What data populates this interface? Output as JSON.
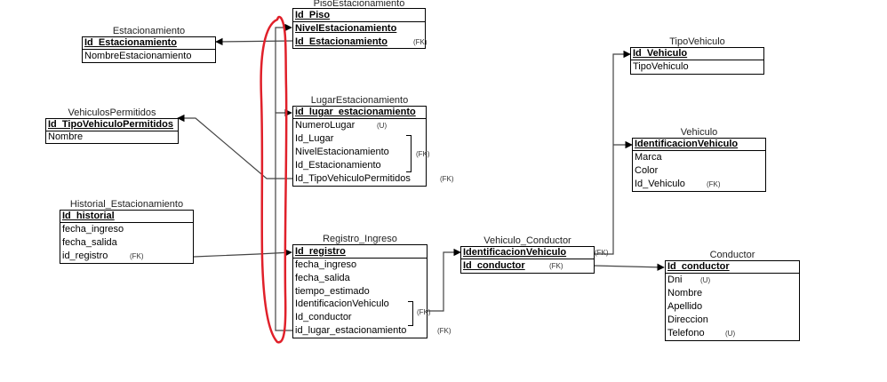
{
  "piso": {
    "title": "PisoEstacionamiento",
    "fields": [
      "Id_Piso",
      "NivelEstacionamiento",
      "Id_Estacionamiento"
    ],
    "notes": [
      "(FK)"
    ]
  },
  "estacionamiento": {
    "title": "Estacionamiento",
    "fields": [
      "Id_Estacionamiento",
      "NombreEstacionamiento"
    ]
  },
  "vehiculos_permitidos": {
    "title": "VehiculosPermitidos",
    "fields": [
      "Id_TipoVehiculoPermitidos",
      "Nombre"
    ]
  },
  "lugar": {
    "title": "LugarEstacionamiento",
    "fields": [
      "id_lugar_estacionamiento",
      "NumeroLugar",
      "Id_Lugar",
      "NivelEstacionamiento",
      "Id_Estacionamiento",
      "Id_TipoVehiculoPermitidos"
    ],
    "notes": [
      "(U)",
      "(FK)",
      "(FK)"
    ]
  },
  "historial": {
    "title": "Historial_Estacionamiento",
    "fields": [
      "Id_historial",
      "fecha_ingreso",
      "fecha_salida",
      "id_registro"
    ],
    "notes": [
      "(FK)"
    ]
  },
  "registro": {
    "title": "Registro_Ingreso",
    "fields": [
      "Id_registro",
      "fecha_ingreso",
      "fecha_salida",
      "tiempo_estimado",
      "IdentificacionVehiculo",
      "Id_conductor",
      "id_lugar_estacionamiento"
    ],
    "notes": [
      "(FK)",
      "(FK)"
    ]
  },
  "vehiculo_conductor": {
    "title": "Vehiculo_Conductor",
    "fields": [
      "IdentificacionVehiculo",
      "Id_conductor"
    ],
    "notes": [
      "(FK)",
      "(FK)"
    ]
  },
  "tipo_vehiculo": {
    "title": "TipoVehiculo",
    "fields": [
      "Id_Vehiculo",
      "TipoVehiculo"
    ]
  },
  "vehiculo": {
    "title": "Vehiculo",
    "fields": [
      "IdentificacionVehiculo",
      "Marca",
      "Color",
      "Id_Vehiculo"
    ],
    "notes": [
      "(FK)"
    ]
  },
  "conductor": {
    "title": "Conductor",
    "fields": [
      "Id_conductor",
      "Dni",
      "Nombre",
      "Apellido",
      "Direccion",
      "Telefono"
    ],
    "notes": [
      "(U)",
      "(U)"
    ]
  },
  "colors": {
    "line": "#444444",
    "highlight": "#e0202a",
    "border": "#000000"
  }
}
